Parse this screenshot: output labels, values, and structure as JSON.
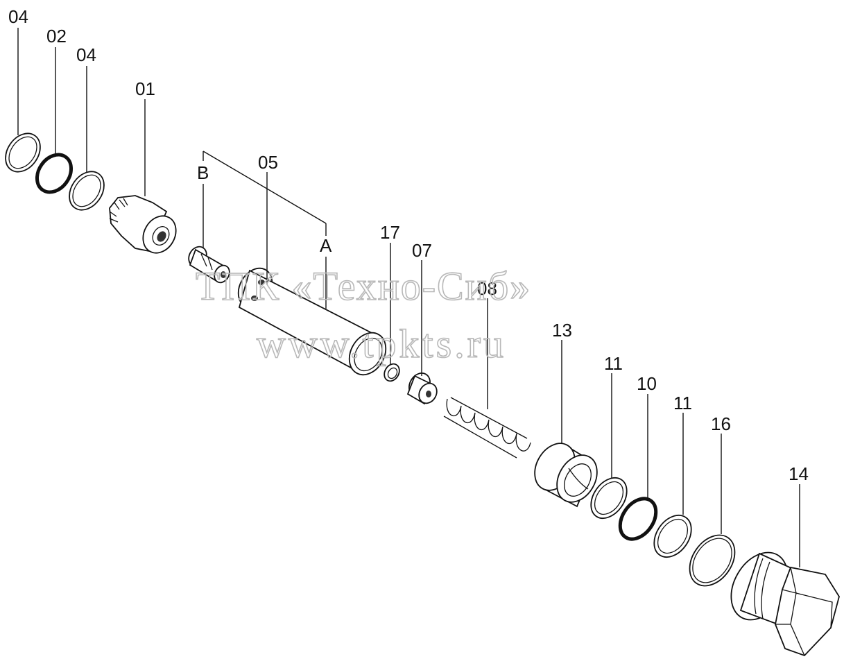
{
  "labels": {
    "p04a": "04",
    "p02": "02",
    "p04b": "04",
    "p01": "01",
    "pB": "B",
    "p05": "05",
    "pA": "A",
    "p17": "17",
    "p07": "07",
    "p08": "08",
    "p13": "13",
    "p11a": "11",
    "p10": "10",
    "p11b": "11",
    "p16": "16",
    "p14": "14"
  },
  "watermark": {
    "company": "ТПК «Техно-Сиб»",
    "website": "www.tpkts.ru"
  }
}
